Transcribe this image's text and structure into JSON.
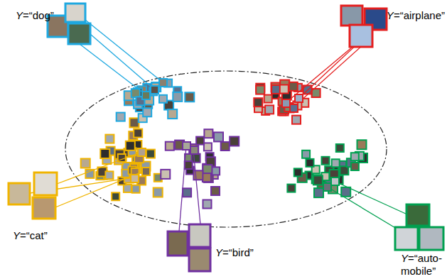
{
  "diagram": {
    "labels": [
      "Y=“dog”",
      "Y=“airplane”",
      "Y=“cat”",
      "Y=“bird”",
      "Y=“auto- mobile”"
    ]
  }
}
